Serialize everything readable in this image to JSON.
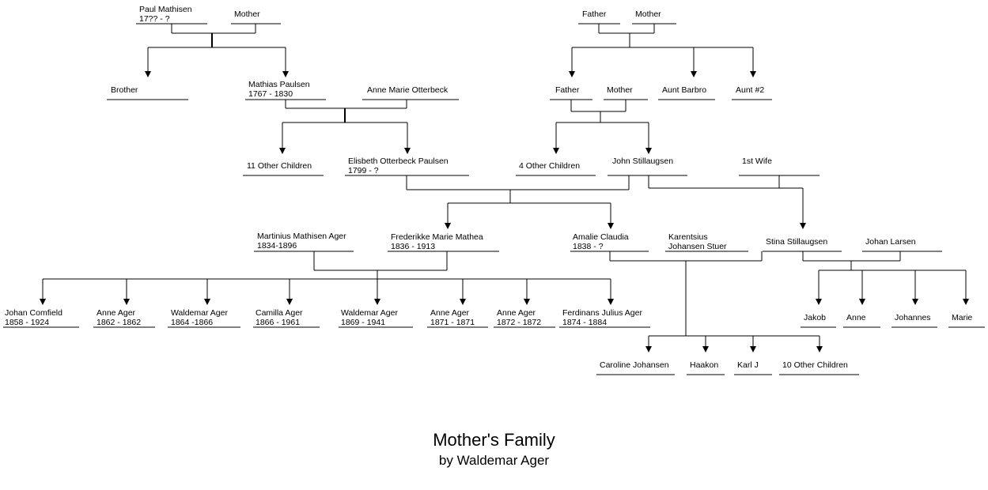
{
  "title": "Mother's Family",
  "subtitle": "by Waldemar Ager",
  "people": {
    "paul_mathisen": {
      "name": "Paul Mathisen",
      "dates": "17?? - ?"
    },
    "paul_mother": {
      "name": "Mother"
    },
    "brother": {
      "name": "Brother"
    },
    "mathias_paulsen": {
      "name": "Mathias Paulsen",
      "dates": "1767 - 1830"
    },
    "anne_otterbeck": {
      "name": "Anne Marie Otterbeck"
    },
    "other_children_11": {
      "name": "11 Other Children"
    },
    "elisbeth": {
      "name": "Elisbeth Otterbeck Paulsen",
      "dates": "1799 - ?"
    },
    "r_father_top": {
      "name": "Father"
    },
    "r_mother_top": {
      "name": "Mother"
    },
    "r_father": {
      "name": "Father"
    },
    "r_mother": {
      "name": "Mother"
    },
    "aunt_barbro": {
      "name": "Aunt Barbro"
    },
    "aunt_2": {
      "name": "Aunt #2"
    },
    "other_children_4": {
      "name": "4 Other Children"
    },
    "john_stillaugsen": {
      "name": "John Stillaugsen"
    },
    "first_wife": {
      "name": "1st Wife"
    },
    "martinius": {
      "name": "Martinius Mathisen Ager",
      "dates": "1834-1896"
    },
    "frederikke": {
      "name": "Frederikke Marie Mathea",
      "dates": "1836 - 1913"
    },
    "amalie": {
      "name": "Amalie Claudia",
      "dates": "1838 - ?"
    },
    "karentsius": {
      "name": "Karentsius",
      "dates": "Johansen Stuer"
    },
    "stina": {
      "name": "Stina Stillaugsen"
    },
    "johan_larsen": {
      "name": "Johan Larsen"
    },
    "johan_comfield": {
      "name": "Johan Comfield",
      "dates": "1858 - 1924"
    },
    "anne_ager_1": {
      "name": "Anne Ager",
      "dates": "1862 - 1862"
    },
    "waldemar_ager_1": {
      "name": "Waldemar Ager",
      "dates": "1864 -1866"
    },
    "camilla_ager": {
      "name": "Camilla Ager",
      "dates": "1866 - 1961"
    },
    "waldemar_ager_2": {
      "name": "Waldemar Ager",
      "dates": "1869 - 1941"
    },
    "anne_ager_2": {
      "name": "Anne Ager",
      "dates": "1871 - 1871"
    },
    "anne_ager_3": {
      "name": "Anne Ager",
      "dates": "1872 - 1872"
    },
    "ferdinans": {
      "name": "Ferdinans Julius Ager",
      "dates": "1874 - 1884"
    },
    "jakob": {
      "name": "Jakob"
    },
    "anne": {
      "name": "Anne"
    },
    "johannes": {
      "name": "Johannes"
    },
    "marie": {
      "name": "Marie"
    },
    "caroline": {
      "name": "Caroline Johansen"
    },
    "haakon": {
      "name": "Haakon"
    },
    "karl_j": {
      "name": "Karl J"
    },
    "other_children_10": {
      "name": "10 Other Children"
    }
  }
}
